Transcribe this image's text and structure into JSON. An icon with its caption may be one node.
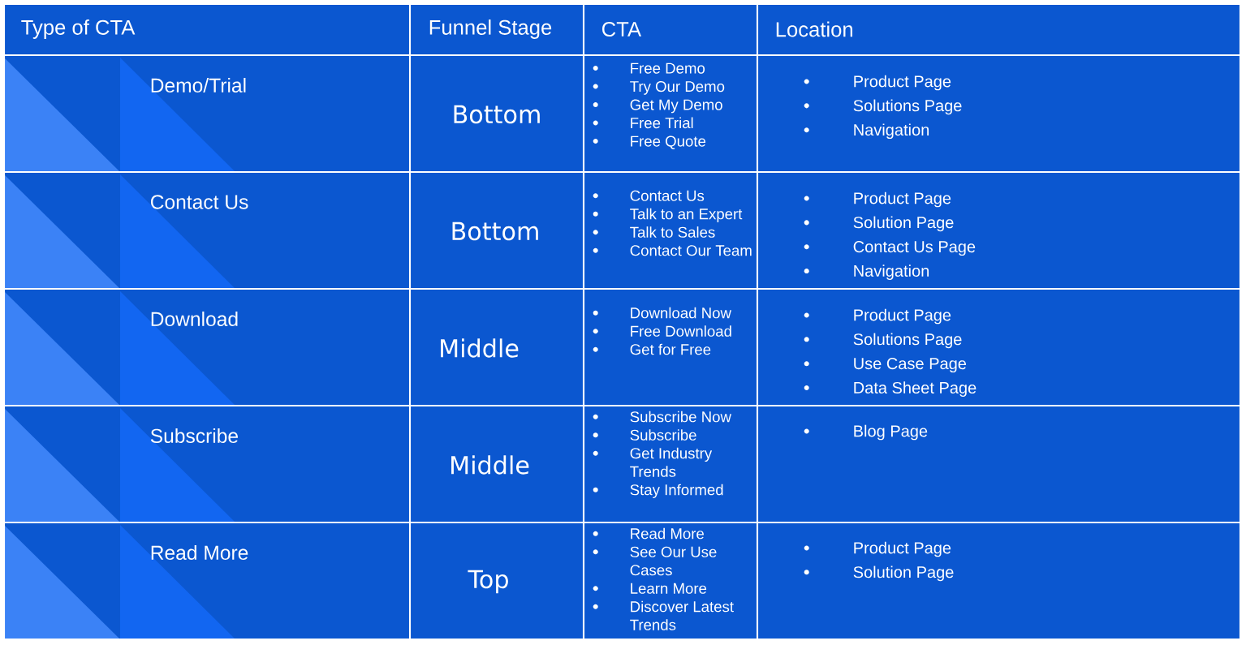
{
  "diagram": {
    "labels": [
      "Type of CTA",
      "Funnel Stage",
      "CTA",
      "Location",
      "Demo/Trial",
      "Bottom",
      "Free Demo",
      "Try Our Demo",
      "Get My Demo",
      "Free Trial",
      "Free Quote",
      "Product Page",
      "Solutions Page",
      "Navigation",
      "Contact Us",
      "Bottom",
      "Contact Us",
      "Talk to an Expert",
      "Talk to Sales",
      "Contact Our Team",
      "Product Page",
      "Solution Page",
      "Contact Us Page",
      "Navigation",
      "Download",
      "Middle",
      "Download Now",
      "Free Download",
      "Get for Free",
      "Product Page",
      "Solutions Page",
      "Use Case Page",
      "Data Sheet Page",
      "Subscribe",
      "Middle",
      "Subscribe Now",
      "Subscribe",
      "Get Industry Trends",
      "Stay Informed",
      "Blog Page",
      "Read More",
      "Top",
      "Read More",
      "See Our Use Cases",
      "Learn More",
      "Discover Latest Trends",
      "Product Page",
      "Solution Page"
    ]
  }
}
